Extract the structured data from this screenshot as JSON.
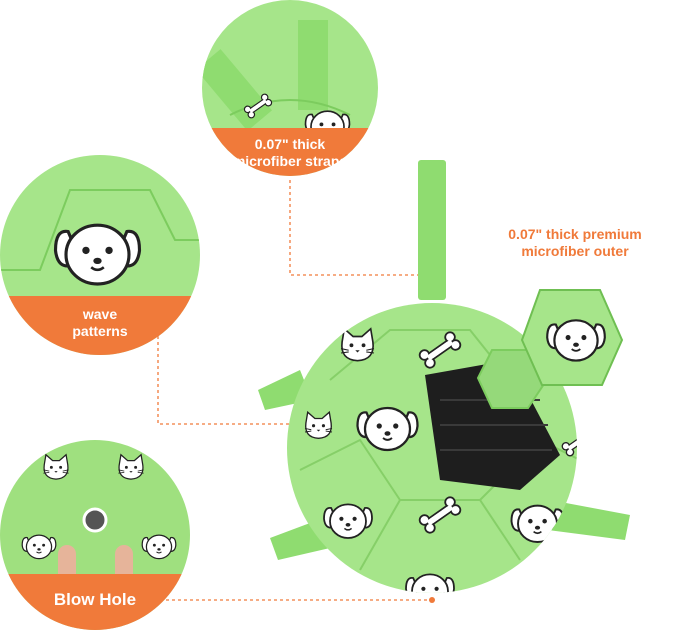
{
  "callouts": {
    "straps": {
      "line1": "0.07\" thick",
      "line2": "microfiber straps"
    },
    "outer": {
      "line1": "0.07\" thick premium",
      "line2": "microfiber outer"
    },
    "wave": {
      "line1": "wave",
      "line2": "patterns"
    },
    "blow_hole": {
      "text": "Blow Hole"
    }
  },
  "colors": {
    "ball_green": "#a6e58a",
    "strap_green": "#8fdc70",
    "accent_orange": "#f07a3a",
    "panel_black": "#1e1e1e"
  },
  "icons": [
    "dog-face-icon",
    "bone-icon",
    "cat-face-icon"
  ]
}
